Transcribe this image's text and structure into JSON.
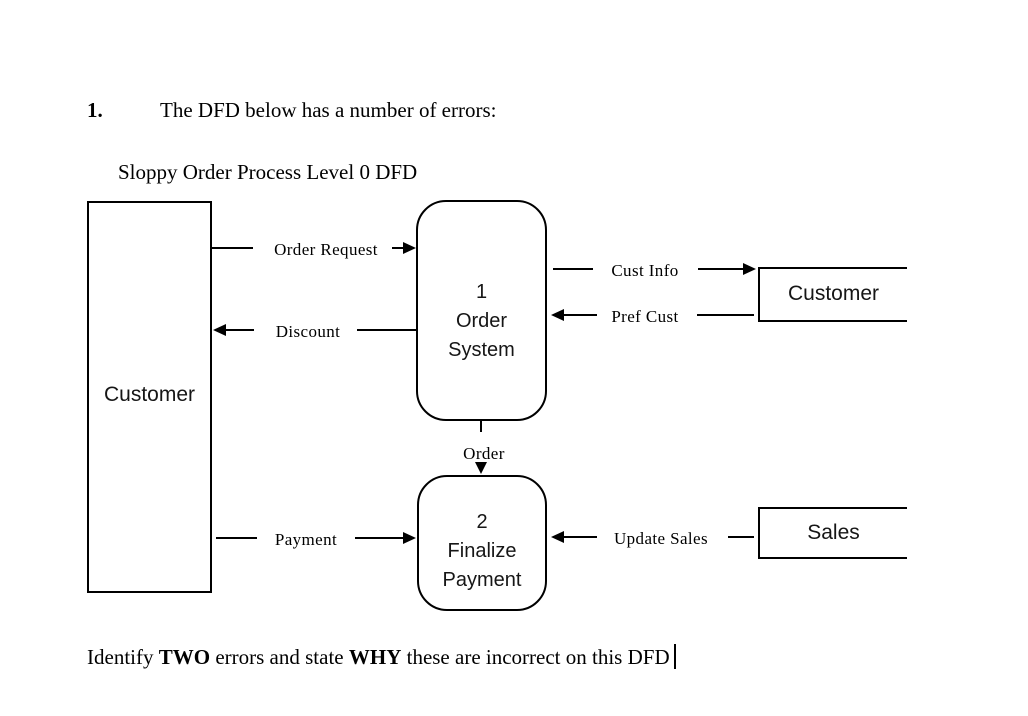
{
  "colors": {
    "ink": "#000000",
    "paper": "#ffffff"
  },
  "question": {
    "number": "1.",
    "text": "The DFD below has a number of errors:"
  },
  "diagram": {
    "title": "Sloppy Order Process Level 0 DFD",
    "nodes": {
      "customer_entity": {
        "label": "Customer"
      },
      "order_system": {
        "number": "1",
        "name_line1": "Order",
        "name_line2": "System"
      },
      "finalize_payment": {
        "number": "2",
        "name_line1": "Finalize",
        "name_line2": "Payment"
      },
      "customer_store": {
        "label": "Customer"
      },
      "sales_store": {
        "label": "Sales"
      }
    },
    "flows": {
      "order_request": "Order Request",
      "discount": "Discount",
      "cust_info": "Cust Info",
      "pref_cust": "Pref Cust",
      "order": "Order",
      "payment": "Payment",
      "update_sales": "Update Sales"
    }
  },
  "prompt": {
    "part1": "Identify ",
    "bold1": "TWO",
    "part2": " errors and state ",
    "bold2": "WHY",
    "part3": " these are incorrect on this DFD"
  }
}
